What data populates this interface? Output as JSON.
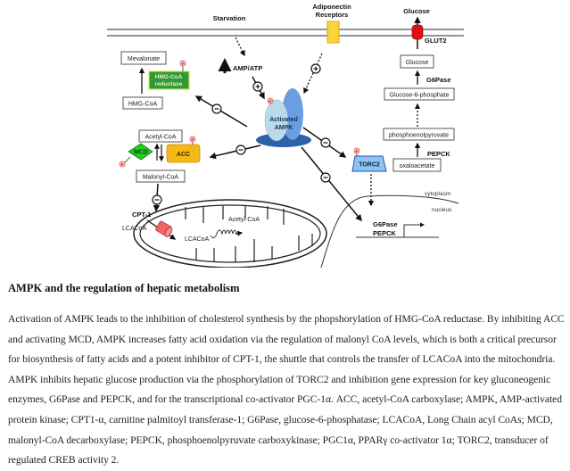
{
  "diagram": {
    "top_labels": {
      "starvation": "Starvation",
      "adiponectin_line1": "Adiponectin",
      "adiponectin_line2": "Receptors",
      "glucose_out": "Glucose",
      "glut2": "GLUT2"
    },
    "cholesterol": {
      "mevalonate": "Mevalonate",
      "hmg_coa_reductase_line1": "HMG-CoA",
      "hmg_coa_reductase_line2": "reductase",
      "hmg_coa": "HMG-CoA"
    },
    "amp_atp": "AMP/ATP",
    "ampk_line1": "Activated",
    "ampk_line2": "AMPK",
    "fatty_acid": {
      "acetyl_coa": "Acetyl-CoA",
      "mcd": "MCD",
      "acc": "ACC",
      "malonyl_coa": "Malonyl-CoA",
      "cpt1": "CPT-1",
      "lcacoa_out": "LCACoA",
      "lcacoa_in": "LCACoA",
      "acetyl_coa_mito": "Acetyl-CoA"
    },
    "gluconeogenesis": {
      "glucose": "Glucose",
      "g6pase": "G6Pase",
      "glucose_6_phosphate": "Glucose-6-phosphate",
      "phosphoenolpyruvate": "phosphoenolpyruvate",
      "pepck": "PEPCK",
      "oxaloacetate": "oxaloacetate"
    },
    "torc2": "TORC2",
    "cytoplasm": "cytoplasm",
    "nucleus": "nucleus",
    "gene_g6pase": "G6Pase",
    "gene_pepck": "PEPCK",
    "phospho_symbol": "P",
    "inhibit_symbol": "−",
    "activate_symbol": "+",
    "colors": {
      "hmg_reductase": "#2e9a3c",
      "hmg_reductase_border": "#d8e23a",
      "acc": "#f5b817",
      "mcd": "#1fd11f",
      "adiponectin": "#fcd53a",
      "glut2": "#dd1111",
      "torc2": "#8fc4f2",
      "ampk_base": "#2e62a8",
      "ampk_light": "#b9dbe9",
      "ampk_dark": "#6a9ee0",
      "cpt1": "#f06464",
      "phospho": "#e05555"
    }
  },
  "caption": {
    "title": "AMPK and the regulation of hepatic metabolism",
    "body": "Activation of AMPK leads to the inhibition of cholesterol synthesis by the phopshorylation of HMG-CoA reductase. By inhibiting ACC and activating MCD, AMPK increases fatty acid oxidation via the regulation of malonyl CoA levels, which is both a critical precursor for biosynthesis of fatty acids and a potent inhibitor of CPT-1, the shuttle that controls the transfer of LCACoA into the mitochondria. AMPK inhibits hepatic glucose production via the phosphorylation of TORC2 and inhibition gene expression for key gluconeogenic enzymes, G6Pase and PEPCK, and for the transcriptional co-activator PGC-1α. ACC, acetyl-CoA carboxylase; AMPK, AMP-activated protein kinase; CPT1-α, carnitine palmitoyl transferase-1; G6Pase, glucose-6-phosphatase; LCACoA, Long Chain acyl CoAs; MCD, malonyl-CoA decarboxylase; PEPCK, phosphoenolpyruvate carboxykinase; PGC1α, PPARγ co-activator 1α; TORC2, transducer of regulated CREB activity 2."
  }
}
